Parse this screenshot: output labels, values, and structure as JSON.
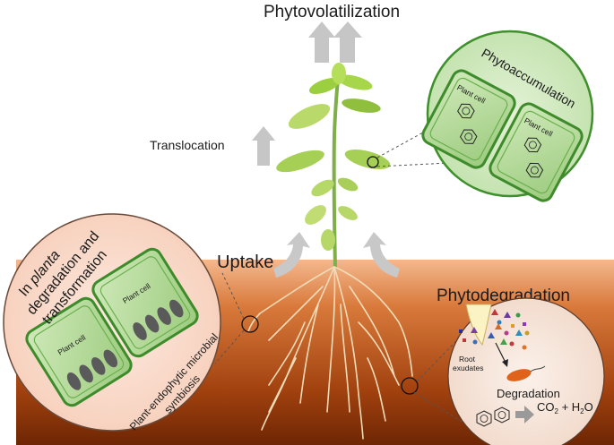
{
  "labels": {
    "phytovolatilization": "Phytovolatilization",
    "translocation": "Translocation",
    "uptake": "Uptake",
    "phytoaccumulation": "Phytoaccumulation",
    "phytodegradation": "Phytodegradation",
    "in_planta_line1_a": "In ",
    "in_planta_line1_b": "planta",
    "in_planta_line2": "degradation and",
    "in_planta_line3": "transformation",
    "symbiosis_line1": "Plant-endophytic microbial",
    "symbiosis_line2": "symbiosis",
    "plant_cell": "Plant cell",
    "root_exudates_line1": "Root",
    "root_exudates_line2": "exudates",
    "degradation": "Degradation",
    "products": "CO",
    "products_sub1": "2",
    "products_mid": " + H",
    "products_sub2": "2",
    "products_end": "O"
  },
  "colors": {
    "soil_top": "#f2b48a",
    "soil_bottom": "#7a2e05",
    "arrow_gray": "#c8c8c8",
    "cell_fill": "#b9dca0",
    "cell_border": "#3d8b2a",
    "accum_circle": "#cfe8bf",
    "inplanta_circle": "#f9ddd0",
    "degr_circle": "#f7e9df",
    "vacuole": "#555555"
  }
}
